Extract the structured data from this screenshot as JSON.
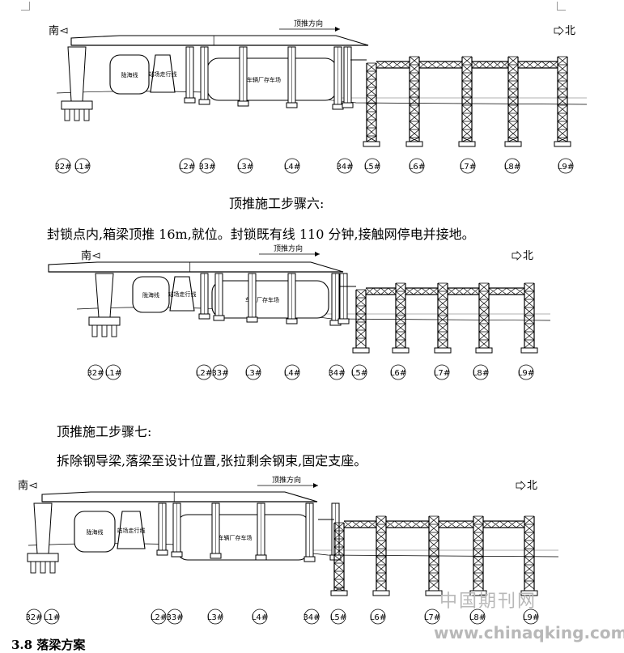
{
  "diagram_labels": {
    "south": "南",
    "north": "北",
    "direction": "顶推方向",
    "box_a": "陇海线",
    "box_b": "站场走行线",
    "box_c": "车辆厂存车场"
  },
  "piers": [
    "32#",
    "L1#",
    "L2#",
    "33#",
    "L3#",
    "L4#",
    "34#",
    "L5#",
    "L6#",
    "L7#",
    "L8#",
    "L9#"
  ],
  "steps": [
    {
      "title": "顶推施工步骤六:",
      "text": "封锁点内,箱梁顶推 16m,就位。封锁既有线 110 分钟,接触网停电并接地。"
    },
    {
      "title": "顶推施工步骤七:",
      "text": "拆除钢导梁,落梁至设计位置,张拉剩余钢束,固定支座。"
    }
  ],
  "next_section": "3.8 落梁方案",
  "watermark": {
    "cn": "中国期刊网",
    "url": "www.chinaqking.com"
  }
}
